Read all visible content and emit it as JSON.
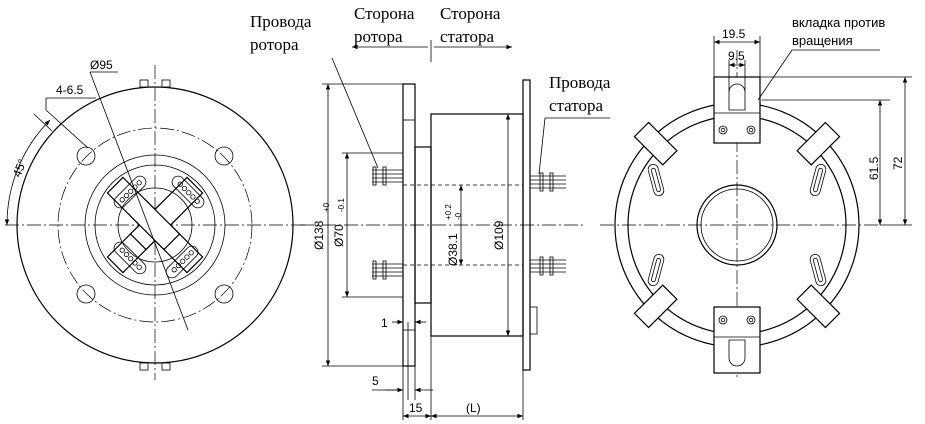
{
  "labels": {
    "rotor_wires": [
      "Провода",
      "ротора"
    ],
    "rotor_side": [
      "Сторона",
      "ротора"
    ],
    "stator_side": [
      "Сторона",
      "статора"
    ],
    "stator_wires": [
      "Провода",
      "статора"
    ],
    "anti_rotation_tab": [
      "вкладка против",
      "вращения"
    ]
  },
  "dimensions": {
    "d95": "Ø95",
    "holes": "4-6.5",
    "angle": "45°",
    "d138": "Ø138",
    "d70": "Ø70",
    "d70_tol_upper": "+0",
    "d70_tol_lower": "-0.1",
    "d38": "Ø38.1",
    "d38_tol_upper": "+0.2",
    "d38_tol_lower": "-0",
    "d109": "Ø109",
    "t1": "1",
    "t5": "5",
    "t15": "15",
    "L": "(L)",
    "w19_5": "19.5",
    "w9_5": "9.5",
    "h61_5": "61.5",
    "h72": "72"
  }
}
